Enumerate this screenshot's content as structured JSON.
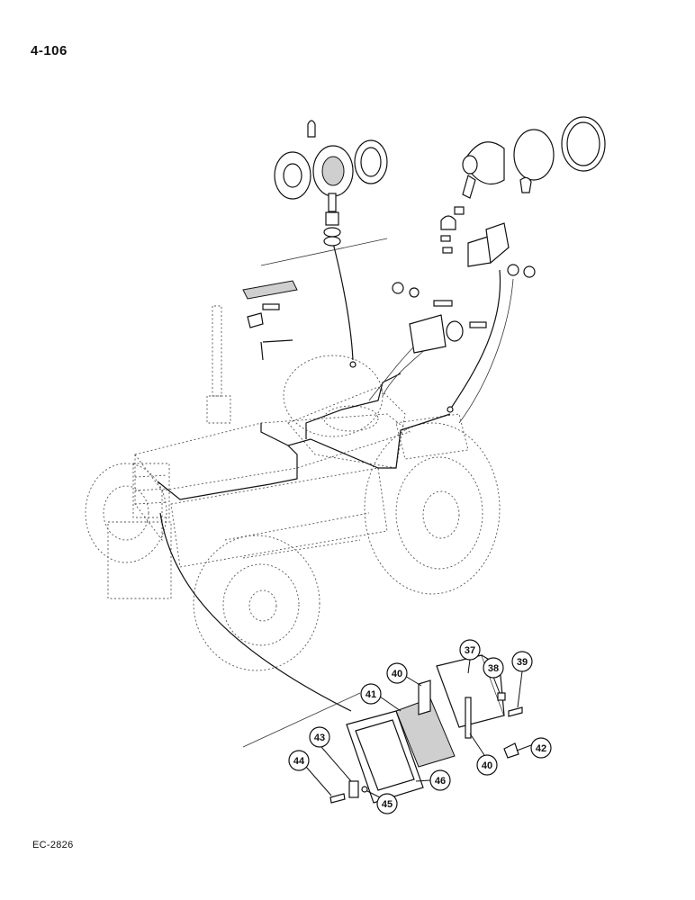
{
  "page": {
    "page_number": "4-106",
    "drawing_code": "EC-2826"
  },
  "callouts": [
    {
      "number": "37"
    },
    {
      "number": "38"
    },
    {
      "number": "39"
    },
    {
      "number": "40"
    },
    {
      "number": "41"
    },
    {
      "number": "40"
    },
    {
      "number": "42"
    },
    {
      "number": "43"
    },
    {
      "number": "44"
    },
    {
      "number": "45"
    },
    {
      "number": "46"
    }
  ]
}
